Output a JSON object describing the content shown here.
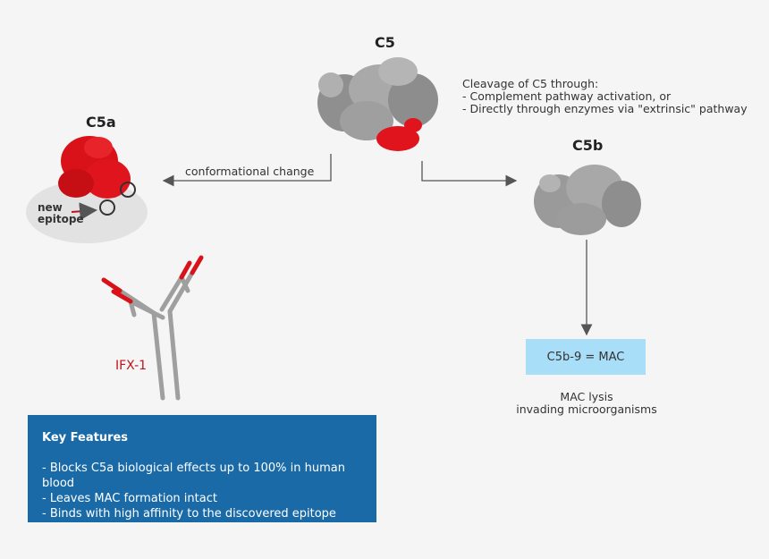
{
  "labels": {
    "c5": "C5",
    "c5a": "C5a",
    "c5b": "C5b",
    "cleavage_lines": [
      "Cleavage of C5 through:",
      "- Complement pathway activation, or",
      "- Directly through enzymes via \"extrinsic\" pathway"
    ],
    "conformational_change": "conformational change",
    "new_epitope_lines": [
      "new",
      "epitope"
    ],
    "mac_box": "C5b-9 = MAC",
    "mac_lysis_lines": [
      "MAC lysis",
      "invading microorganisms"
    ],
    "antibody": "IFX-1"
  },
  "key_features": {
    "title": "Key Features",
    "items": [
      "- Blocks C5a biological effects up to 100% in human blood",
      "- Leaves MAC formation intact",
      "- Binds with high affinity to the discovered epitope"
    ]
  },
  "colors": {
    "protein_gray": "#9a9a9a",
    "protein_red": "#e0141c",
    "mac_box": "#a8def7",
    "key_box": "#1a6aa7",
    "antibody_red": "#c0141b"
  }
}
